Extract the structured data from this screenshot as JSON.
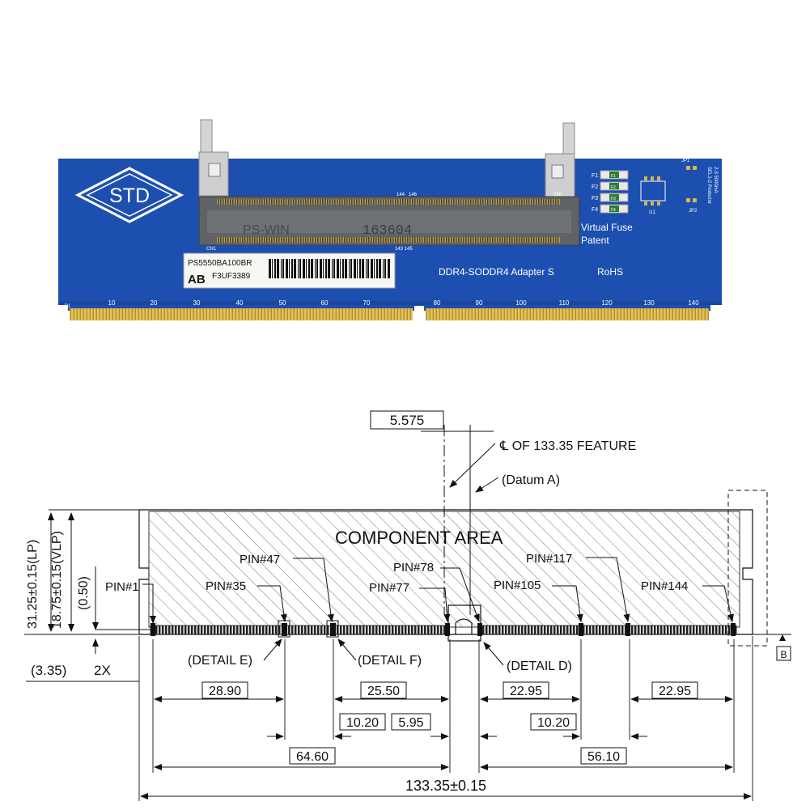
{
  "photo": {
    "logo_text": "STD",
    "chip_label_left": "PS-WIN",
    "chip_label_code": "163604",
    "slot_pin_start": "144",
    "slot_pin_mid": "146",
    "slot_pin_end": "288",
    "slot_pin_left_bottom": "CN1",
    "slot_pin_center_bottom": "143 145",
    "fuse_labels": [
      "F1",
      "F2",
      "F3",
      "F4"
    ],
    "fuse_chip_texts": [
      "F1",
      "F2",
      "F3",
      "F4"
    ],
    "jumper_top": "JP1",
    "jumper_bottom": "JP2",
    "u1_label": "U1",
    "side_text_1": "SEL1-2 Protector",
    "side_text_2": "2-3 5000mA",
    "virtual_fuse": "Virtual Fuse",
    "patent": "Patent",
    "adapter_label": "DDR4-SODDR4 Adapter S",
    "rohs": "RoHS",
    "sticker_line1": "PS5550BA100BR",
    "sticker_ab": "AB",
    "sticker_line2": "F3UF3389",
    "pin_p1": "P1",
    "pin_numbers": [
      "10",
      "20",
      "30",
      "40",
      "50",
      "60",
      "70",
      "80",
      "90",
      "100",
      "110",
      "120",
      "130",
      "140"
    ],
    "colors": {
      "pcb": "#1d4fb0",
      "gold": "#c9a43a",
      "connector": "#6b6f73",
      "bracket": "#c9c9c9"
    }
  },
  "drawing": {
    "component_area": "COMPONENT AREA",
    "centerline_label": "℄ OF 133.35 FEATURE",
    "datum_a": "(Datum A)",
    "datum_b": "B",
    "top_dim": "5.575",
    "left_dim_lp": "31.25±0.15(LP)",
    "left_dim_vlp": "18.75±0.15(VLP)",
    "left_dim_050": "(0.50)",
    "left_dim_335": "(3.35)",
    "left_dim_2x": "2X",
    "pins": {
      "p1": "PIN#1",
      "p35": "PIN#35",
      "p47": "PIN#47",
      "p77": "PIN#77",
      "p78": "PIN#78",
      "p105": "PIN#105",
      "p117": "PIN#117",
      "p144": "PIN#144"
    },
    "details": {
      "e": "(DETAIL E)",
      "f": "(DETAIL F)",
      "d": "(DETAIL D)"
    },
    "dims": {
      "d2890": "28.90",
      "d2550": "25.50",
      "d2295a": "22.95",
      "d2295b": "22.95",
      "d1020a": "10.20",
      "d595": "5.95",
      "d1020b": "10.20",
      "d6460": "64.60",
      "d5610": "56.10",
      "total": "133.35±0.15"
    }
  }
}
